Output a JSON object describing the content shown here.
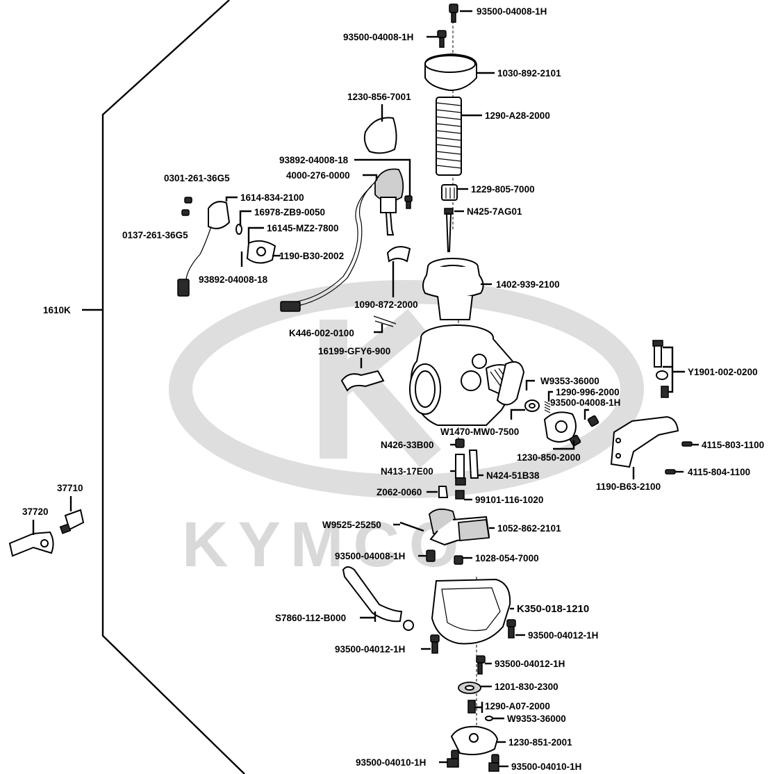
{
  "watermark": {
    "brand": "KYMCO"
  },
  "assembly": {
    "label": "1610K"
  },
  "parts": [
    {
      "id": "p1",
      "number": "93500-04008-1H"
    },
    {
      "id": "p2",
      "number": "93500-04008-1H"
    },
    {
      "id": "p3",
      "number": "1030-892-2101"
    },
    {
      "id": "p4",
      "number": "1230-856-7001"
    },
    {
      "id": "p5",
      "number": "1290-A28-2000"
    },
    {
      "id": "p6",
      "number": "93892-04008-18"
    },
    {
      "id": "p7",
      "number": "4000-276-0000"
    },
    {
      "id": "p8",
      "number": "0301-261-36G5"
    },
    {
      "id": "p9",
      "number": "1229-805-7000"
    },
    {
      "id": "p10",
      "number": "1614-834-2100"
    },
    {
      "id": "p11",
      "number": "N425-7AG01"
    },
    {
      "id": "p12",
      "number": "16978-ZB9-0050"
    },
    {
      "id": "p13",
      "number": "16145-MZ2-7800"
    },
    {
      "id": "p14",
      "number": "0137-261-36G5"
    },
    {
      "id": "p15",
      "number": "1190-B30-2002"
    },
    {
      "id": "p16",
      "number": "93892-04008-18"
    },
    {
      "id": "p17",
      "number": "1402-939-2100"
    },
    {
      "id": "p18",
      "number": "1090-872-2000"
    },
    {
      "id": "p19",
      "number": "K446-002-0100"
    },
    {
      "id": "p20",
      "number": "16199-GFY6-900"
    },
    {
      "id": "p21",
      "number": "Y1901-002-0200"
    },
    {
      "id": "p22",
      "number": "W9353-36000"
    },
    {
      "id": "p23",
      "number": "1290-996-2000"
    },
    {
      "id": "p24",
      "number": "93500-04008-1H"
    },
    {
      "id": "p25",
      "number": "W1470-MW0-7500"
    },
    {
      "id": "p26",
      "number": "N426-33B00"
    },
    {
      "id": "p27",
      "number": "4115-803-1100"
    },
    {
      "id": "p28",
      "number": "1230-850-2000"
    },
    {
      "id": "p29",
      "number": "N413-17E00"
    },
    {
      "id": "p30",
      "number": "N424-51B38"
    },
    {
      "id": "p31",
      "number": "4115-804-1100"
    },
    {
      "id": "p32",
      "number": "1190-B63-2100"
    },
    {
      "id": "p33",
      "number": "37710"
    },
    {
      "id": "p34",
      "number": "Z062-0060"
    },
    {
      "id": "p35",
      "number": "99101-116-1020"
    },
    {
      "id": "p36",
      "number": "37720"
    },
    {
      "id": "p37",
      "number": "W9525-25250"
    },
    {
      "id": "p38",
      "number": "1052-862-2101"
    },
    {
      "id": "p39",
      "number": "93500-04008-1H"
    },
    {
      "id": "p40",
      "number": "1028-054-7000"
    },
    {
      "id": "p41",
      "number": "K350-018-1210"
    },
    {
      "id": "p42",
      "number": "S7860-112-B000"
    },
    {
      "id": "p43",
      "number": "93500-04012-1H"
    },
    {
      "id": "p44",
      "number": "93500-04012-1H"
    },
    {
      "id": "p45",
      "number": "93500-04012-1H"
    },
    {
      "id": "p46",
      "number": "1201-830-2300"
    },
    {
      "id": "p47",
      "number": "1290-A07-2000"
    },
    {
      "id": "p48",
      "number": "W9353-36000"
    },
    {
      "id": "p49",
      "number": "1230-851-2001"
    },
    {
      "id": "p50",
      "number": "93500-04010-1H"
    },
    {
      "id": "p51",
      "number": "93500-04010-1H"
    }
  ]
}
